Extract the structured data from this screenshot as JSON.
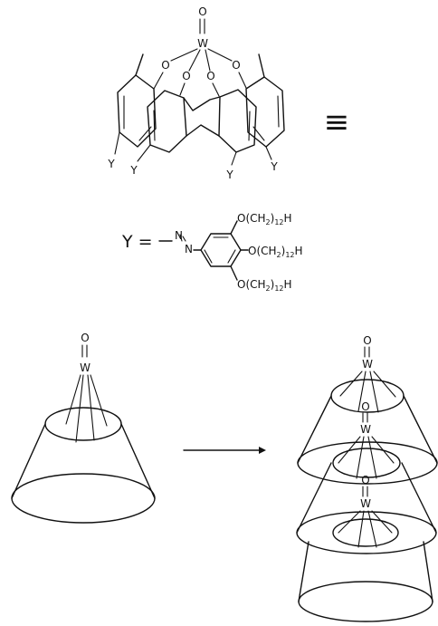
{
  "molecule": {
    "metal": "W",
    "oxo": "O",
    "oxygens": [
      "O",
      "O",
      "O",
      "O"
    ],
    "substituents": [
      "Y",
      "Y",
      "Y",
      "Y"
    ]
  },
  "equivalence_symbol": "≡",
  "definition": {
    "lhs": "Y =",
    "azo_n1": "N",
    "azo_n2": "N",
    "chains": [
      "O(CH2)12H",
      "O(CH2)12H",
      "O(CH2)12H"
    ]
  },
  "cones": {
    "monomer": {
      "metal": "W",
      "oxo": "O"
    },
    "stack": [
      {
        "metal": "W",
        "oxo": "O"
      },
      {
        "metal": "W",
        "oxo": "O"
      },
      {
        "metal": "W",
        "oxo": "O"
      }
    ]
  },
  "colors": {
    "ink": "#111111",
    "background": "#ffffff"
  }
}
